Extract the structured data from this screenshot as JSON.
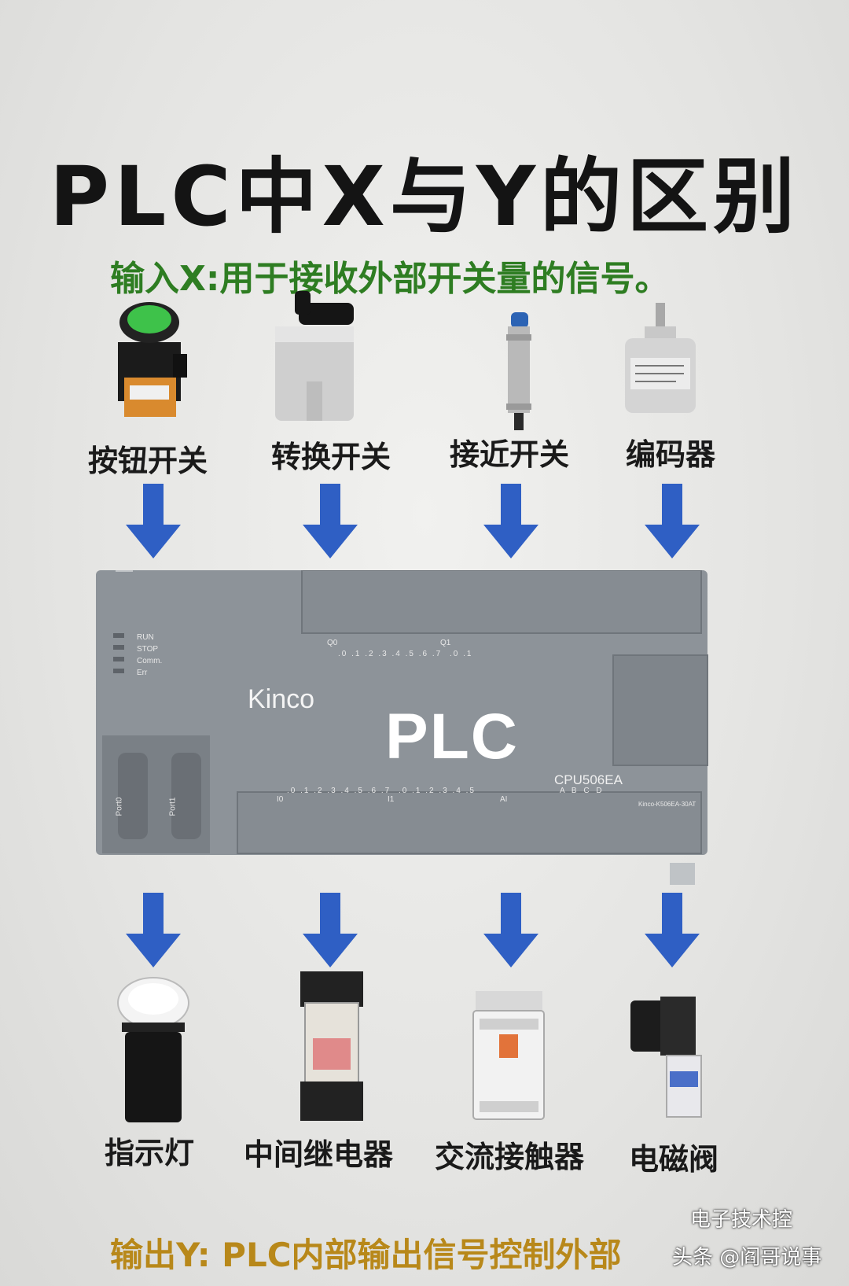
{
  "title": "PLC中X与Y的区别",
  "input_caption": "输入X:用于接收外部开关量的信号。",
  "output_caption": "输出Y: PLC内部输出信号控制外部",
  "inputs": [
    {
      "label": "按钮开关",
      "icon": "push-button-switch"
    },
    {
      "label": "转换开关",
      "icon": "rotary-selector-switch"
    },
    {
      "label": "接近开关",
      "icon": "proximity-sensor"
    },
    {
      "label": "编码器",
      "icon": "rotary-encoder"
    }
  ],
  "outputs": [
    {
      "label": "指示灯",
      "icon": "indicator-lamp"
    },
    {
      "label": "中间继电器",
      "icon": "relay"
    },
    {
      "label": "交流接触器",
      "icon": "ac-contactor"
    },
    {
      "label": "电磁阀",
      "icon": "solenoid-valve"
    }
  ],
  "plc": {
    "brand": "Kinco",
    "name": "PLC",
    "model": "CPU506EA",
    "leds": [
      "RUN",
      "STOP",
      "Comm.",
      "Err"
    ],
    "q0": "Q0",
    "q0_pins": ".0 .1 .2 .3 .4 .5 .6 .7",
    "q1": "Q1",
    "q1_pins": ".0 .1",
    "i0": "I0",
    "i0_pins": ".0 .1 .2 .3 .4 .5 .6 .7",
    "i1": "I1",
    "i1_pins": ".0 .1 .2 .3 .4 .5",
    "ai": "AI",
    "ai_pins": "A B C D",
    "port0": "Port0",
    "port1": "Port1",
    "part": "Kinco-K506EA-30AT"
  },
  "watermark": "头条 @阎哥说事",
  "watermark2": "电子技术控",
  "colors": {
    "arrow": "#2f5fc4",
    "input_text": "#2e7d22",
    "output_text": "#b8881a",
    "plc_body": "#8d9399"
  }
}
